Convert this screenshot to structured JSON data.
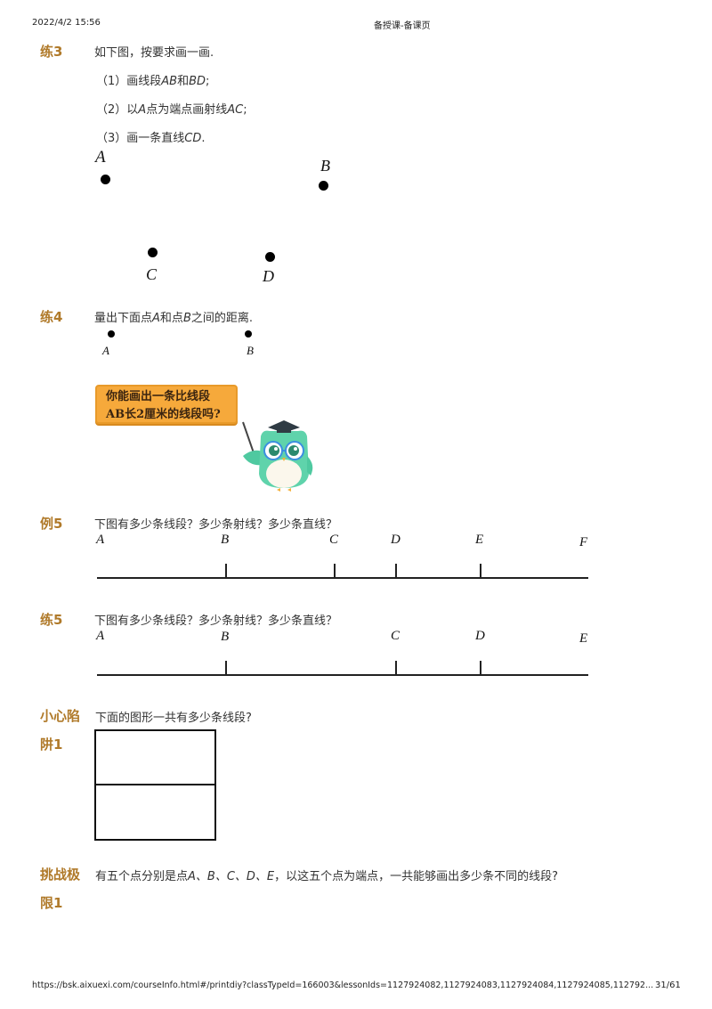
{
  "header": {
    "datetime": "2022/4/2 15:56",
    "title": "备授课-备课页"
  },
  "accent_color": "#b07a2a",
  "ex3": {
    "label": "练3",
    "prompt": "如下图，按要求画一画.",
    "items": [
      {
        "prefix": "（1）画线段",
        "m1": "AB",
        "mid": "和",
        "m2": "BD",
        "suffix": ";"
      },
      {
        "prefix": "（2）以",
        "m1": "A",
        "mid": "点为端点画射线",
        "m2": "AC",
        "suffix": ";"
      },
      {
        "prefix": "（3）画一条直线",
        "m1": "CD",
        "mid": "",
        "m2": "",
        "suffix": "."
      }
    ],
    "points": [
      "A",
      "B",
      "C",
      "D"
    ]
  },
  "ex4": {
    "label": "练4",
    "prompt_pre": "量出下面点",
    "m1": "A",
    "prompt_mid": "和点",
    "m2": "B",
    "prompt_post": "之间的距离.",
    "points": [
      "A",
      "B"
    ],
    "bubble_line1": "你能画出一条比线段",
    "bubble_line2": "AB长2厘米的线段吗?"
  },
  "ex5": {
    "label": "例5",
    "prompt": "下图有多少条线段？多少条射线？多少条直线？",
    "points": [
      "A",
      "B",
      "C",
      "D",
      "E",
      "F"
    ]
  },
  "pr5": {
    "label": "练5",
    "prompt": "下图有多少条线段？多少条射线？多少条直线？",
    "points": [
      "A",
      "B",
      "C",
      "D",
      "E"
    ]
  },
  "trap": {
    "label_line1": "小心陷",
    "label_line2": "阱1",
    "prompt": "下面的图形一共有多少条线段?"
  },
  "challenge": {
    "label_line1": "挑战极",
    "label_line2": "限1",
    "prompt_pre": "有五个点分别是点",
    "pts": "A、B、C、D、E",
    "prompt_post": "，以这五个点为端点，一共能够画出多少条不同的线段?"
  },
  "footer": {
    "url": "https://bsk.aixuexi.com/courseInfo.html#/printdiy?classTypeId=166003&lessonIds=1127924082,1127924083,1127924084,1127924085,112792...",
    "page": "31/61"
  }
}
